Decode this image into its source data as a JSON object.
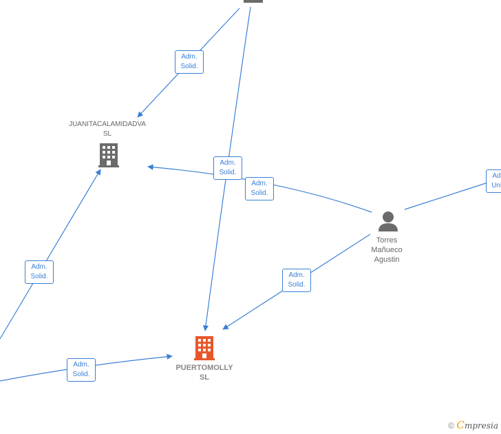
{
  "nodes": {
    "juanita": {
      "line1": "JUANITACALAMIDADVA",
      "line2": "SL"
    },
    "puertomolly": {
      "line1": "PUERTOMOLLY",
      "line2": "SL"
    },
    "torres": {
      "line1": "Torres",
      "line2": "Mañueco",
      "line3": "Agustin"
    }
  },
  "edges": [
    {
      "line1": "Adm.",
      "line2": "Solid."
    },
    {
      "line1": "Adm.",
      "line2": "Solid."
    },
    {
      "line1": "Adm.",
      "line2": "Solid."
    },
    {
      "line1": "Adm.",
      "line2": "Solid."
    },
    {
      "line1": "Adm.",
      "line2": "Solid."
    },
    {
      "line1": "Adm.",
      "line2": "Solid."
    },
    {
      "line1": "Adm.",
      "line2": "Unico"
    }
  ],
  "watermark": {
    "copyright": "©",
    "brand_initial": "C",
    "brand_rest": "mpresia"
  },
  "colors": {
    "edge": "#3a7fd5",
    "main_company": "#e8572a",
    "company": "#6b6b6b",
    "person": "#6b6b6b"
  }
}
